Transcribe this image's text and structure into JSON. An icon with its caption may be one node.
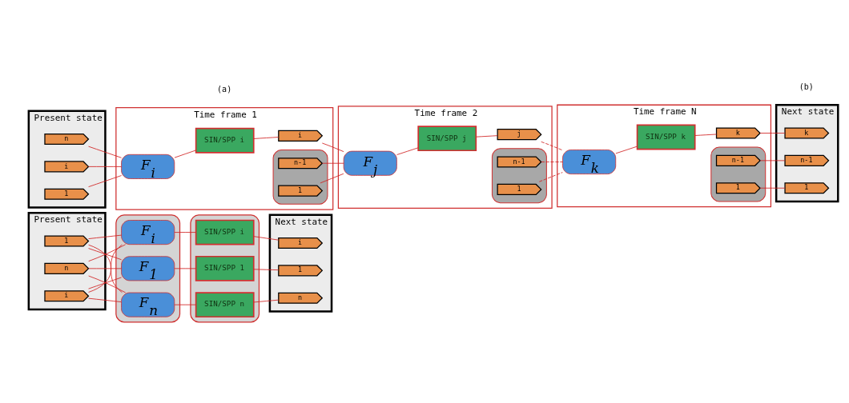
{
  "diagram": {
    "nodes": [
      {
        "text": [
          "Present state"
        ]
      },
      {
        "text": [
          "1"
        ],
        "in": 0
      },
      {
        "text": [
          "i"
        ],
        "in": 0
      },
      {
        "text": [
          "n"
        ],
        "in": 0
      },
      {
        "text": [],
        "shape": "box"
      },
      {
        "text": [
          "F$_{1}$"
        ],
        "in": 4
      },
      {
        "text": [
          "F$_{i}$"
        ],
        "in": 4
      },
      {
        "text": [
          "F$_{n}$"
        ],
        "in": 4
      },
      {
        "text": [],
        "shape": "box"
      },
      {
        "text": [
          "SIN/SPP 1"
        ],
        "in": 8
      },
      {
        "text": [
          "SIN/SPP i"
        ],
        "in": 8
      },
      {
        "text": [
          "SIN/SPP n"
        ],
        "in": 8
      },
      {
        "text": [
          "Next state"
        ]
      },
      {
        "text": [
          "1"
        ],
        "in": 12
      },
      {
        "text": [
          "i"
        ],
        "in": 12
      },
      {
        "text": [
          "n"
        ],
        "in": 12
      },
      {
        "text": [
          "Present state"
        ]
      },
      {
        "text": [
          "1"
        ],
        "in": 16
      },
      {
        "text": [
          "i"
        ],
        "in": 16
      },
      {
        "text": [
          "n"
        ],
        "in": 16
      },
      {
        "text": [
          "Time frame 1"
        ]
      },
      {
        "text": [
          "F$_{i}$"
        ],
        "in": 20
      },
      {
        "text": [],
        "shape": "box",
        "in": 20
      },
      {
        "text": [
          "1"
        ],
        "in": 22
      },
      {
        "text": [
          "n-1"
        ],
        "in": 22
      },
      {
        "text": [
          "SIN/SPP i"
        ],
        "in": 20
      },
      {
        "text": [
          "i"
        ],
        "in": 20
      },
      {
        "text": [
          "Time frame 2"
        ]
      },
      {
        "text": [
          "F$_{j}$"
        ],
        "in": 27
      },
      {
        "text": [],
        "shape": "box",
        "in": 27
      },
      {
        "text": [
          "1"
        ],
        "in": 29
      },
      {
        "text": [
          "n-1"
        ],
        "in": 29
      },
      {
        "text": [
          "SIN/SPP j"
        ],
        "in": 27
      },
      {
        "text": [
          "j"
        ],
        "in": 27
      },
      {
        "text": [
          "Time frame N"
        ]
      },
      {
        "text": [
          "F$_{k}$"
        ],
        "in": 34
      },
      {
        "text": [],
        "shape": "box",
        "in": 34
      },
      {
        "text": [
          "1"
        ],
        "in": 36
      },
      {
        "text": [
          "n-1"
        ],
        "in": 36
      },
      {
        "text": [
          "SIN/SPP k"
        ],
        "in": 34
      },
      {
        "text": [
          "k"
        ],
        "in": 34
      },
      {
        "text": [
          "Next state"
        ]
      },
      {
        "text": [
          "1"
        ],
        "in": 41
      },
      {
        "text": [
          "n-1"
        ],
        "in": 41
      },
      {
        "text": [
          "k"
        ],
        "in": 41
      }
    ],
    "edges": [
      {
        "from": 1,
        "to": 5,
        "arrow": "none"
      },
      {
        "from": 1,
        "to": 6,
        "arrow": "none"
      },
      {
        "from": 1,
        "to": 7,
        "arrow": "none"
      },
      {
        "from": 2,
        "to": 5,
        "arrow": "none"
      },
      {
        "from": 2,
        "to": 6,
        "arrow": "none"
      },
      {
        "from": 2,
        "to": 7,
        "arrow": "none"
      },
      {
        "from": 3,
        "to": 5,
        "arrow": "none"
      },
      {
        "from": 3,
        "to": 6,
        "arrow": "none"
      },
      {
        "from": 3,
        "to": 7,
        "arrow": "none"
      },
      {
        "from": 5,
        "to": 9,
        "arrow": "none"
      },
      {
        "from": 6,
        "to": 10,
        "arrow": "none"
      },
      {
        "from": 7,
        "to": 11,
        "arrow": "none"
      },
      {
        "from": 9,
        "to": 13,
        "arrow": "none"
      },
      {
        "from": 10,
        "to": 14,
        "arrow": "none"
      },
      {
        "from": 11,
        "to": 15,
        "arrow": "none"
      },
      {
        "from": 17,
        "to": 21,
        "arrow": "none"
      },
      {
        "from": 18,
        "to": 21,
        "arrow": "none"
      },
      {
        "from": 19,
        "to": 21,
        "arrow": "none"
      },
      {
        "from": 21,
        "to": 25,
        "arrow": "none"
      },
      {
        "from": 25,
        "to": 26,
        "arrow": "none"
      },
      {
        "from": 23,
        "to": 28,
        "arrow": "none"
      },
      {
        "from": 24,
        "to": 28,
        "arrow": "none"
      },
      {
        "from": 26,
        "to": 28,
        "arrow": "none"
      },
      {
        "from": 28,
        "to": 32,
        "arrow": "none"
      },
      {
        "from": 32,
        "to": 33,
        "arrow": "none"
      },
      {
        "from": 30,
        "to": 35,
        "arrow": "none",
        "style": "dashed"
      },
      {
        "from": 31,
        "to": 35,
        "arrow": "none",
        "style": "dashed"
      },
      {
        "from": 33,
        "to": 35,
        "arrow": "none",
        "style": "dashed"
      },
      {
        "from": 35,
        "to": 39,
        "arrow": "none"
      },
      {
        "from": 39,
        "to": 40,
        "arrow": "none"
      },
      {
        "from": 37,
        "to": 42,
        "arrow": "none"
      },
      {
        "from": 38,
        "to": 43,
        "arrow": "none"
      },
      {
        "from": 40,
        "to": 44,
        "arrow": "none"
      }
    ],
    "labels": [
      "(a)",
      "(b)"
    ]
  }
}
